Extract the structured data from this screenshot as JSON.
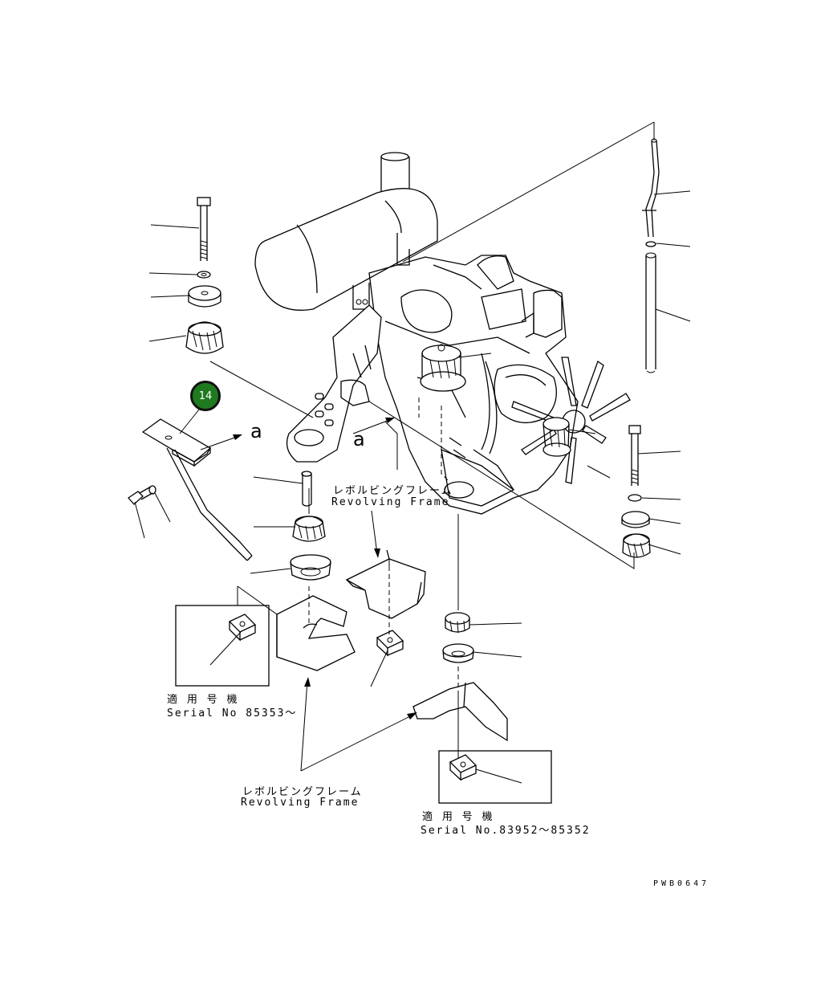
{
  "callout": {
    "number": "14",
    "color": "#1f7a1f"
  },
  "view_marker": {
    "a1": "a",
    "a2": "a"
  },
  "labels": {
    "frame_jp_1": "レボルビングフレーム",
    "frame_en_1": "Revolving Frame",
    "frame_jp_2": "レボルビングフレーム",
    "frame_en_2": "Revolving Frame",
    "serial_jp_1": "適 用 号 機",
    "serial_en_1": "Serial No 85353～",
    "serial_jp_2": "適 用 号 機",
    "serial_en_2": "Serial No.83952～85352"
  },
  "drawing_code": "PWB0647"
}
